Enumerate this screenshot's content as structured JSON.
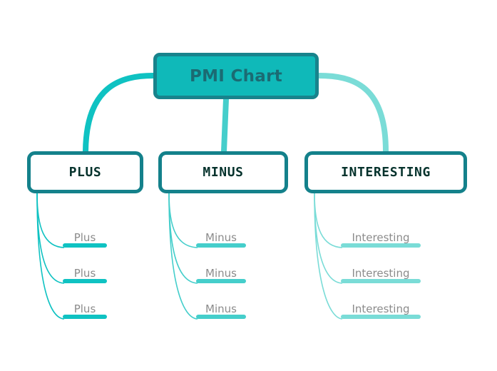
{
  "diagram": {
    "type": "mind-map",
    "title": "PMI Chart",
    "background_color": "#ffffff",
    "root": {
      "label": "PMI Chart",
      "fill_color": "#0fb9b9",
      "border_color": "#18838c",
      "text_color": "#1b6b73"
    },
    "branches": [
      {
        "label": "PLUS",
        "accent_color": "#0fc2c2",
        "border_color": "#14818b",
        "text_color": "#05322c",
        "leaves": [
          {
            "label": "Plus"
          },
          {
            "label": "Plus"
          },
          {
            "label": "Plus"
          }
        ]
      },
      {
        "label": "MINUS",
        "accent_color": "#45cecb",
        "border_color": "#14818b",
        "text_color": "#05322c",
        "leaves": [
          {
            "label": "Minus"
          },
          {
            "label": "Minus"
          },
          {
            "label": "Minus"
          }
        ]
      },
      {
        "label": "INTERESTING",
        "accent_color": "#7adcd7",
        "border_color": "#14818b",
        "text_color": "#05322c",
        "leaves": [
          {
            "label": "Interesting"
          },
          {
            "label": "Interesting"
          },
          {
            "label": "Interesting"
          }
        ]
      }
    ],
    "leaf_text_color": "#8b8b8b"
  }
}
